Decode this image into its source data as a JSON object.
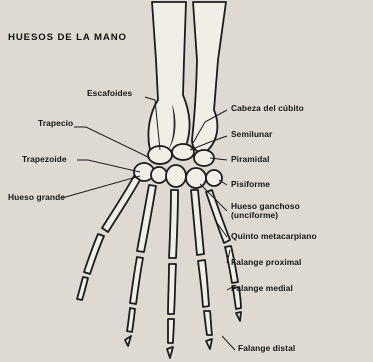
{
  "title": "HUESOS DE LA MANO",
  "labels": {
    "escafoides": "Escafoides",
    "trapecio": "Trapecio",
    "trapezoide": "Trapezoide",
    "hueso_grande": "Hueso grande",
    "cabeza_cubito": "Cabeza del cúbito",
    "semilunar": "Semilunar",
    "piramidal": "Piramidal",
    "pisiforme": "Pisiforme",
    "hueso_ganchoso_1": "Hueso ganchoso",
    "hueso_ganchoso_2": "(unciforme)",
    "quinto_metacarpiano": "Quinto metacarpiano",
    "falange_proximal": "Falange proximal",
    "falange_medial": "Falange medial",
    "falange_distal": "Falange distal"
  }
}
